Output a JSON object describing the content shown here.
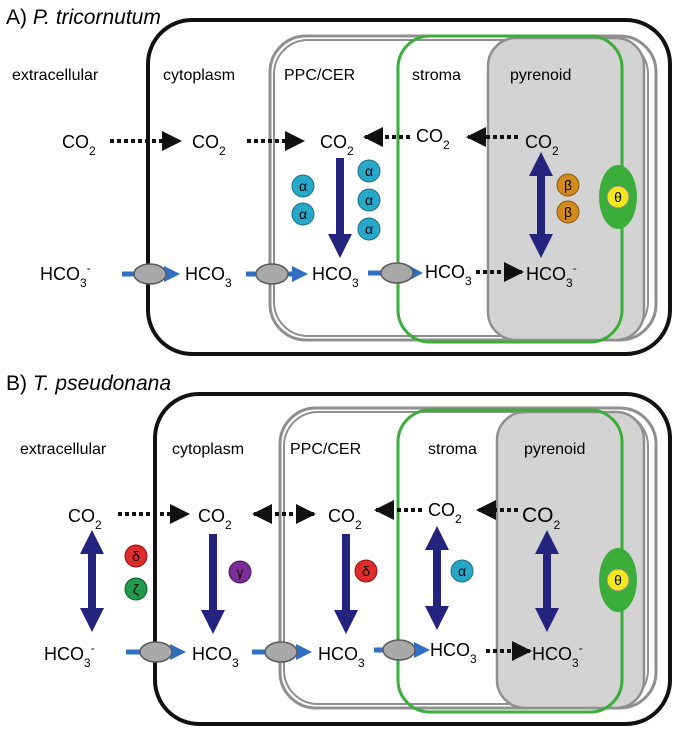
{
  "colors": {
    "membrane_outer": "#111111",
    "membrane_ppc": "#8f8f8f",
    "membrane_chloroplast": "#3aad3a",
    "pyrenoid_fill": "#d3d3d3",
    "transport_arrow": "#2f6fc4",
    "conversion_arrow": "#24247e",
    "alpha_ca": "#27a8c8",
    "beta_ca": "#d28a1d",
    "gamma_ca": "#7e2c9a",
    "delta_ca": "#e02b2b",
    "zeta_ca": "#1e9a4a",
    "theta_ca": "#f3e81d",
    "theta_ring": "#3aad3a",
    "transporter": "#a9a9a9"
  },
  "panels": [
    {
      "prefix": "A)",
      "species": "P. tricornutum",
      "compartments": [
        "extracellular",
        "cytoplasm",
        "PPC/CER",
        "stroma",
        "pyrenoid"
      ],
      "co2_labels": [
        {
          "main": "CO",
          "sub": "2"
        },
        {
          "main": "CO",
          "sub": "2"
        },
        {
          "main": "CO",
          "sub": "2"
        },
        {
          "main": "CO",
          "sub": "2"
        },
        {
          "main": "CO",
          "sub": "2"
        }
      ],
      "hco3_labels": [
        {
          "main": "HCO",
          "sub": "3",
          "sup": "-"
        },
        {
          "main": "HCO",
          "sub": "3",
          "sup": ""
        },
        {
          "main": "HCO",
          "sub": "3",
          "sup": ""
        },
        {
          "main": "HCO",
          "sub": "3",
          "sup": ""
        },
        {
          "main": "HCO",
          "sub": "3",
          "sup": "-"
        }
      ],
      "enzymes": [
        {
          "symbol": "α",
          "type": "alpha"
        },
        {
          "symbol": "α",
          "type": "alpha"
        },
        {
          "symbol": "α",
          "type": "alpha"
        },
        {
          "symbol": "α",
          "type": "alpha"
        },
        {
          "symbol": "α",
          "type": "alpha"
        },
        {
          "symbol": "β",
          "type": "beta"
        },
        {
          "symbol": "β",
          "type": "beta"
        },
        {
          "symbol": "θ",
          "type": "theta"
        }
      ]
    },
    {
      "prefix": "B)",
      "species": "T. pseudonana",
      "compartments": [
        "extracellular",
        "cytoplasm",
        "PPC/CER",
        "stroma",
        "pyrenoid"
      ],
      "co2_labels": [
        {
          "main": "CO",
          "sub": "2"
        },
        {
          "main": "CO",
          "sub": "2"
        },
        {
          "main": "CO",
          "sub": "2"
        },
        {
          "main": "CO",
          "sub": "2"
        },
        {
          "main": "CO",
          "sub": "2"
        }
      ],
      "hco3_labels": [
        {
          "main": "HCO",
          "sub": "3",
          "sup": "-"
        },
        {
          "main": "HCO",
          "sub": "3",
          "sup": ""
        },
        {
          "main": "HCO",
          "sub": "3",
          "sup": ""
        },
        {
          "main": "HCO",
          "sub": "3",
          "sup": ""
        },
        {
          "main": "HCO",
          "sub": "3",
          "sup": "-"
        }
      ],
      "enzymes": [
        {
          "symbol": "δ",
          "type": "delta"
        },
        {
          "symbol": "ζ",
          "type": "zeta"
        },
        {
          "symbol": "γ",
          "type": "gamma"
        },
        {
          "symbol": "δ",
          "type": "delta"
        },
        {
          "symbol": "α",
          "type": "alpha"
        },
        {
          "symbol": "θ",
          "type": "theta"
        }
      ]
    }
  ]
}
